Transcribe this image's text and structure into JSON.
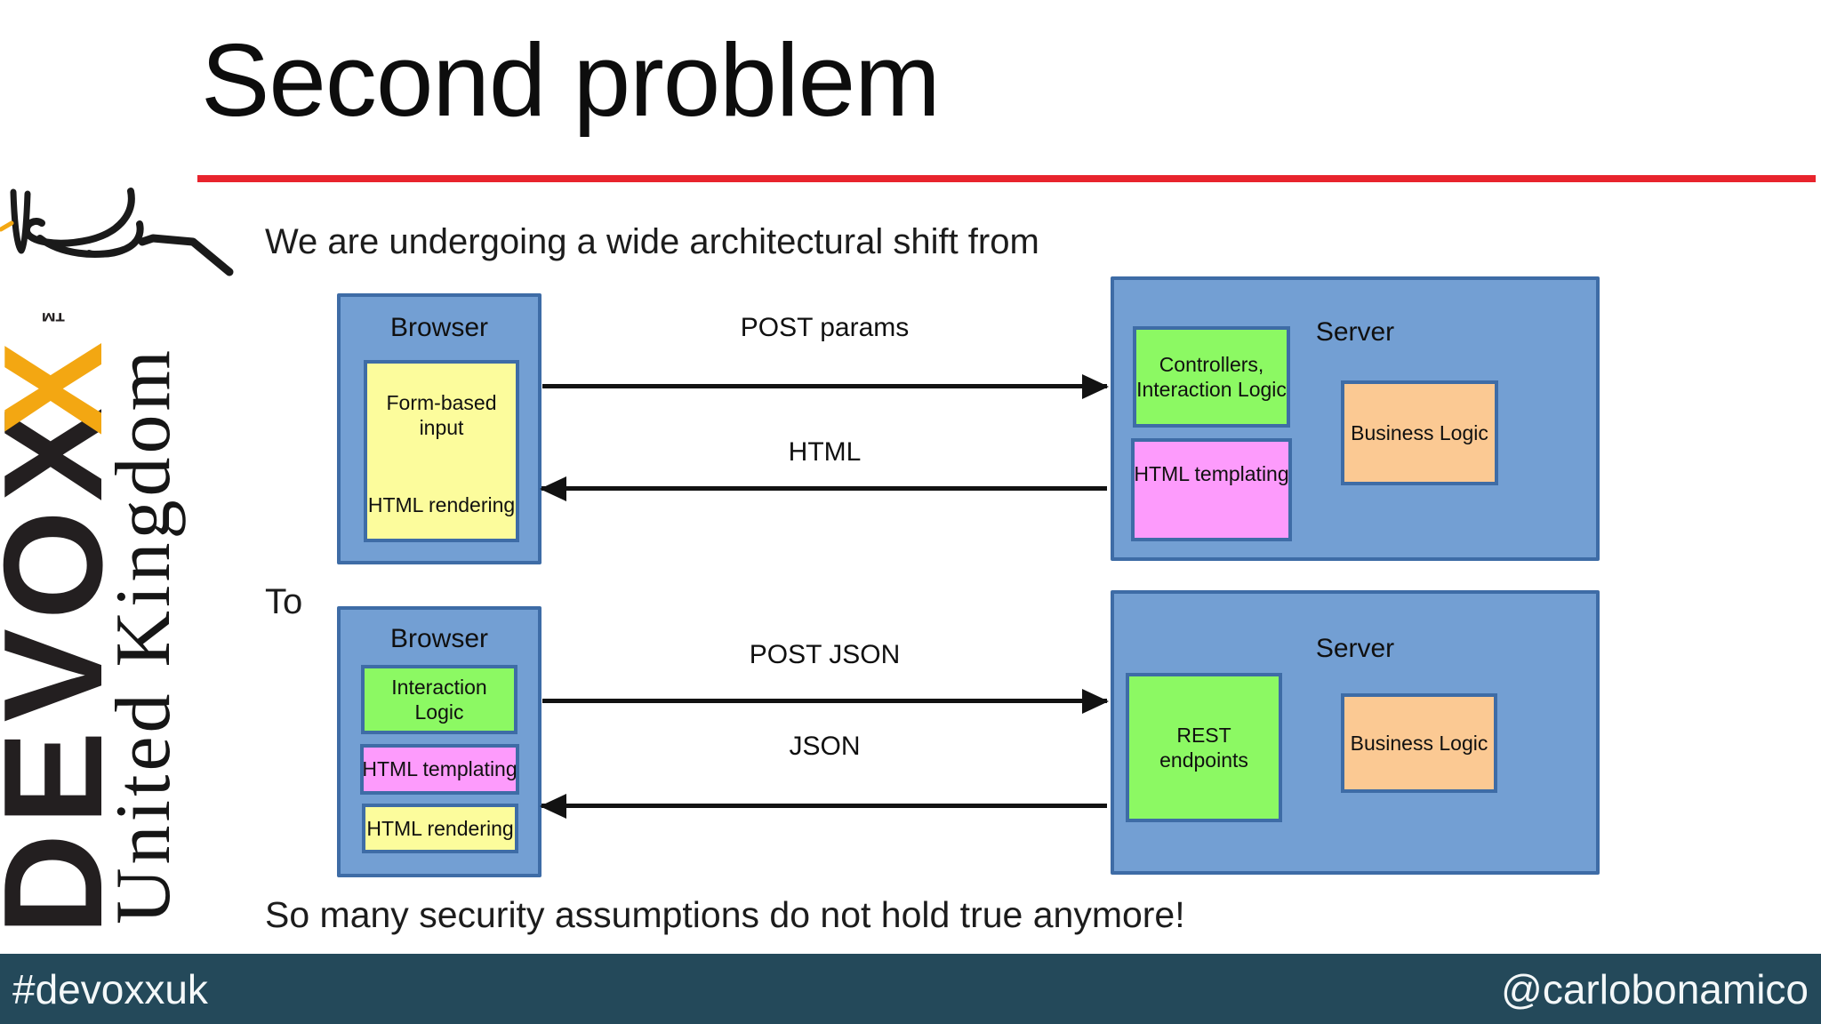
{
  "slide": {
    "title": "Second problem",
    "subtitle": "We are undergoing a wide architectural shift from",
    "transition_label": "To",
    "conclusion": "So many security assumptions do not hold true anymore!"
  },
  "footer": {
    "hashtag": "#devoxxuk",
    "handle": "@carlobonamico"
  },
  "logo": {
    "brand_prefix": "DEVOX",
    "brand_accent_letter": "X",
    "trademark": "™",
    "region": "United Kingdom"
  },
  "colors": {
    "accent_red": "#e8242d",
    "panel_blue": "#739fd3",
    "panel_border": "#3e6ca6",
    "module_green": "#8cf963",
    "module_pink": "#fd9bfc",
    "module_yellow": "#fcfc9c",
    "module_orange": "#fbc993",
    "footer_teal": "#24495a",
    "logo_orange": "#f3a712"
  },
  "before": {
    "browser": {
      "title": "Browser",
      "modules": {
        "form_input": "Form-based input",
        "rendering": "HTML rendering"
      }
    },
    "request_label": "POST params",
    "response_label": "HTML",
    "server": {
      "title": "Server",
      "modules": {
        "controllers": "Controllers, Interaction Logic",
        "templating": "HTML templating",
        "business": "Business Logic"
      }
    }
  },
  "after": {
    "browser": {
      "title": "Browser",
      "modules": {
        "interaction": "Interaction Logic",
        "templating": "HTML templating",
        "rendering": "HTML rendering"
      }
    },
    "request_label": "POST JSON",
    "response_label": "JSON",
    "server": {
      "title": "Server",
      "modules": {
        "endpoints": "REST endpoints",
        "business": "Business Logic"
      }
    }
  }
}
